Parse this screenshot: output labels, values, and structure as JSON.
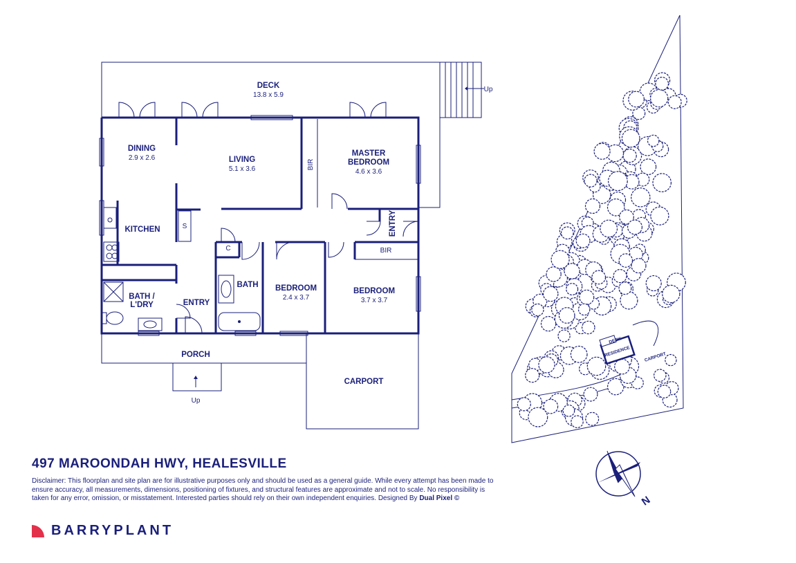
{
  "rooms": {
    "deck": {
      "name": "DECK",
      "size": "13.8 x 5.9"
    },
    "dining": {
      "name": "DINING",
      "size": "2.9 x 2.6"
    },
    "living": {
      "name": "LIVING",
      "size": "5.1 x 3.6"
    },
    "bir_master": {
      "name": "BIR"
    },
    "master": {
      "name1": "MASTER",
      "name2": "BEDROOM",
      "size": "4.6 x 3.6"
    },
    "kitchen": {
      "name": "KITCHEN"
    },
    "store": {
      "name": "S"
    },
    "entry_side": {
      "name": "ENTRY"
    },
    "cupboard": {
      "name": "C"
    },
    "bath": {
      "name": "BATH"
    },
    "bedroom2": {
      "name": "BEDROOM",
      "size": "2.4 x 3.7"
    },
    "bir_bed3": {
      "name": "BIR"
    },
    "bedroom3": {
      "name": "BEDROOM",
      "size": "3.7 x 3.7"
    },
    "bath_ldry": {
      "name1": "BATH /",
      "name2": "L'DRY"
    },
    "entry_front": {
      "name": "ENTRY"
    },
    "porch": {
      "name": "PORCH"
    },
    "carport": {
      "name": "CARPORT"
    }
  },
  "stairs": {
    "deck_up": "Up",
    "porch_up": "Up"
  },
  "site_plan": {
    "deck": "DECK",
    "residence": "RESIDENCE",
    "carport": "CARPORT"
  },
  "compass": {
    "north": "N"
  },
  "footer": {
    "address": "497 MAROONDAH HWY, HEALESVILLE",
    "disclaimer": "Disclaimer: This floorplan and site plan are for illustrative purposes only and should be used as a general guide. While every attempt has been made to ensure accuracy, all measurements, dimensions, positioning of fixtures, and structural features are approximate and not to scale. No responsibility is taken for any error, omission, or misstatement. Interested parties should rely on their own independent enquiries. Designed By",
    "designer": "Dual Pixel ©",
    "brand": "BARRYPLANT"
  },
  "colors": {
    "ink": "#1a1f7a",
    "brand_red": "#e3314b"
  }
}
